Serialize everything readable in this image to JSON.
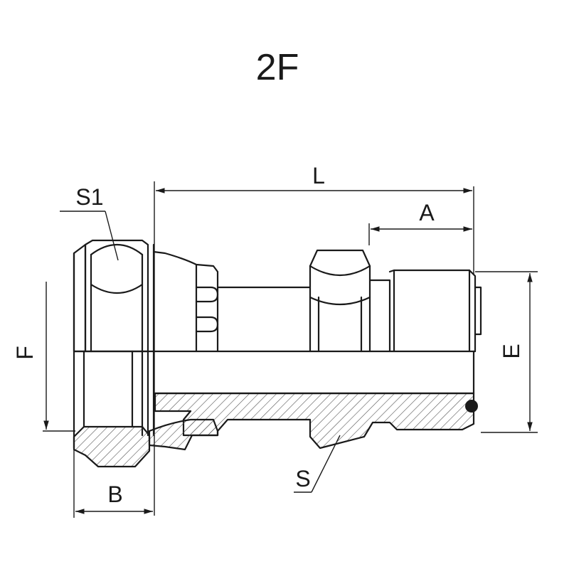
{
  "diagram": {
    "title": "2F",
    "labels": {
      "L": "L",
      "A": "A",
      "S1": "S1",
      "F": "F",
      "E": "E",
      "B": "B",
      "S": "S"
    }
  }
}
